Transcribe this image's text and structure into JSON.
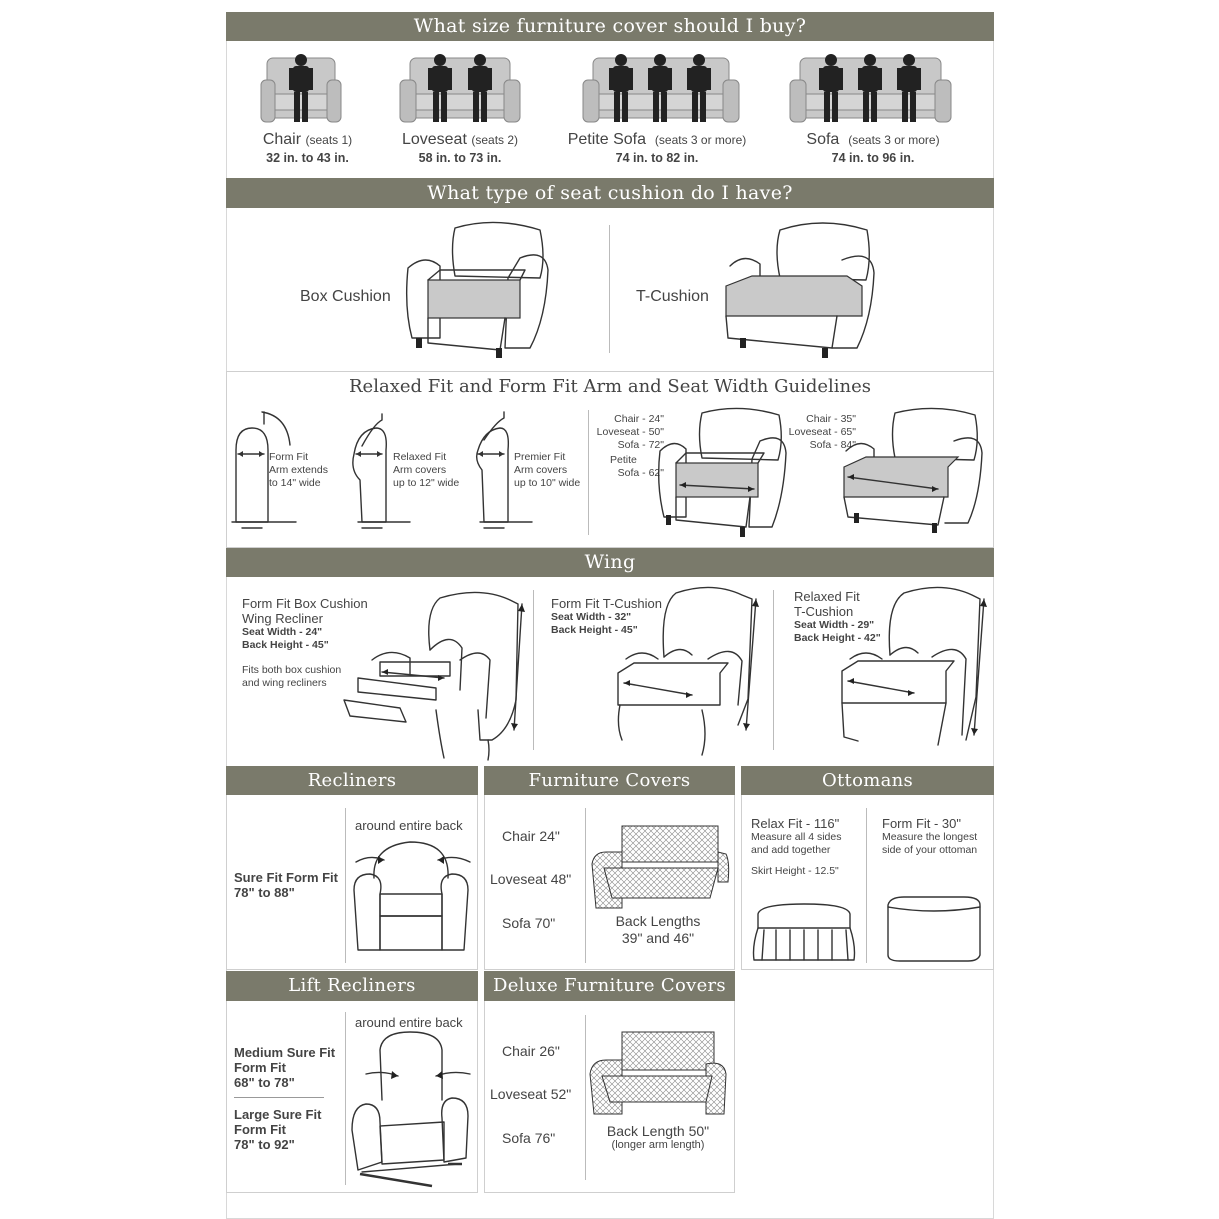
{
  "sections": {
    "size_title": "What size furniture cover should I buy?",
    "cushion_title": "What type of seat cushion do I have?",
    "guidelines_title": "Relaxed Fit and Form Fit Arm and Seat Width Guidelines",
    "wing_title": "Wing",
    "recliners_title": "Recliners",
    "furniture_covers_title": "Furniture Covers",
    "ottomans_title": "Ottomans",
    "lift_recliners_title": "Lift Recliners",
    "deluxe_title": "Deluxe Furniture Covers"
  },
  "sizes": [
    {
      "name": "Chair",
      "seats": "(seats 1)",
      "range": "32 in. to 43 in."
    },
    {
      "name": "Loveseat",
      "seats": "(seats 2)",
      "range": "58 in. to 73 in."
    },
    {
      "name": "Petite Sofa",
      "seats": "(seats 3 or more)",
      "range": "74 in. to 82 in."
    },
    {
      "name": "Sofa",
      "seats": "(seats 3 or more)",
      "range": "74 in. to 96 in."
    }
  ],
  "cushions": {
    "box": "Box Cushion",
    "t": "T-Cushion"
  },
  "arms": {
    "form_fit": [
      "Form Fit",
      "Arm extends",
      "to 14\" wide"
    ],
    "relaxed_fit": [
      "Relaxed Fit",
      "Arm covers",
      "up to 12\" wide"
    ],
    "premier_fit": [
      "Premier Fit",
      "Arm covers",
      "up to 10\" wide"
    ]
  },
  "seat_widths_a": [
    "Chair - 24\"",
    "Loveseat - 50\"",
    "Sofa - 72\"",
    "Petite",
    "Sofa - 62\""
  ],
  "seat_widths_b": [
    "Chair - 35\"",
    "Loveseat - 65\"",
    "Sofa - 84\""
  ],
  "wing": {
    "a": [
      "Form Fit Box Cushion",
      "Wing Recliner",
      "Seat Width - 24\"",
      "Back Height - 45\"",
      "Fits both box cushion",
      "and wing recliners"
    ],
    "b": [
      "Form Fit T-Cushion",
      "Seat Width - 32\"",
      "Back Height - 45\""
    ],
    "c": [
      "Relaxed Fit",
      "T-Cushion",
      "Seat Width - 29\"",
      "Back Height - 42\""
    ]
  },
  "recliners": {
    "around": "around entire back",
    "fit": "Sure Fit Form Fit",
    "range": "78\" to 88\""
  },
  "furniture_covers": {
    "chair": "Chair 24\"",
    "loveseat": "Loveseat 48\"",
    "sofa": "Sofa 70\"",
    "back_label": "Back Lengths",
    "back_values": "39\" and 46\""
  },
  "ottomans": {
    "relax_title": "Relax Fit - 116\"",
    "relax_1": "Measure all 4 sides",
    "relax_2": "and add together",
    "skirt": "Skirt Height - 12.5\"",
    "form_title": "Form Fit - 30\"",
    "form_1": "Measure the longest",
    "form_2": "side of your ottoman"
  },
  "lift_recliners": {
    "around": "around entire back",
    "medium": [
      "Medium Sure Fit",
      "Form Fit",
      "68\" to 78\""
    ],
    "large": [
      "Large Sure Fit",
      "Form Fit",
      "78\" to 92\""
    ]
  },
  "deluxe": {
    "chair": "Chair 26\"",
    "loveseat": "Loveseat 52\"",
    "sofa": "Sofa 76\"",
    "back_label": "Back Length 50\"",
    "back_note": "(longer arm length)"
  },
  "colors": {
    "band": "#7a7a6b",
    "border": "#cfcfcf",
    "cushion": "#c9c9c9"
  }
}
